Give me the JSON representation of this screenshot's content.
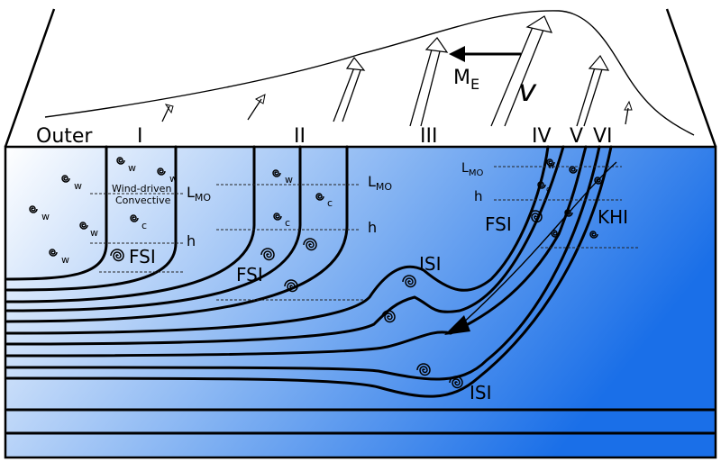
{
  "labels": {
    "outer": "Outer",
    "region_I": "I",
    "region_II": "II",
    "region_III": "III",
    "region_IV": "IV",
    "region_V": "V",
    "region_VI": "VI",
    "momentum_flux": "M",
    "momentum_flux_sub": "E",
    "wind_velocity": "v",
    "wind_driven": "Wind-driven",
    "convective": "Convective",
    "lmo": "L",
    "lmo_sub": "MO",
    "h": "h",
    "fsi": "FSI",
    "isi": "ISI",
    "khi": "KHI",
    "eddy_w": "w",
    "eddy_c": "c"
  },
  "colors": {
    "ocean_top": "#ffffff",
    "ocean_bottom": "#1a6fe8",
    "line": "#000000"
  }
}
